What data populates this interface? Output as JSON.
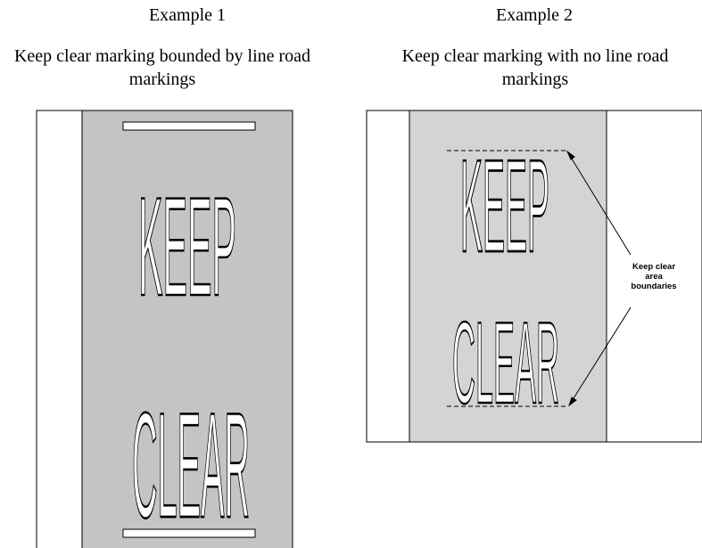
{
  "examples": [
    {
      "heading": "Example 1",
      "caption": "Keep clear marking bounded by line road markings",
      "marking_line_1": "KEEP",
      "marking_line_2": "CLEAR"
    },
    {
      "heading": "Example 2",
      "caption": "Keep clear marking with no line road markings",
      "marking_line_1": "KEEP",
      "marking_line_2": "CLEAR",
      "callout_lines": [
        "Keep clear",
        "area",
        "boundaries"
      ]
    }
  ],
  "colors": {
    "road_surface_example_1": "#c4c4c4",
    "road_surface_example_2": "#d4d4d4",
    "lane_outline": "#000000"
  }
}
